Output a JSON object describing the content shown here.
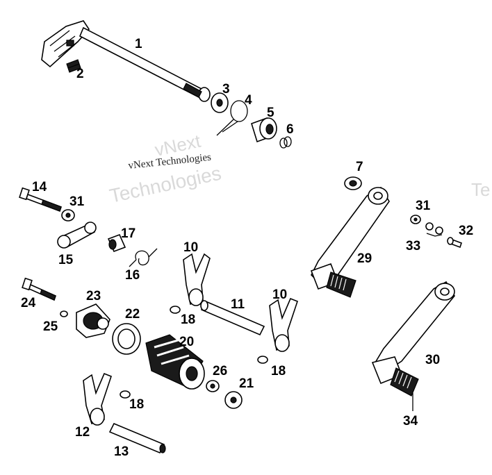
{
  "watermark": {
    "line1": "vNext",
    "line2": "Technologies",
    "caption": "vNext Technologies",
    "edge": "Te"
  },
  "labels": [
    "1",
    "2",
    "3",
    "4",
    "5",
    "6",
    "7",
    "10",
    "10",
    "11",
    "12",
    "13",
    "14",
    "15",
    "16",
    "17",
    "18",
    "18",
    "18",
    "20",
    "21",
    "22",
    "23",
    "24",
    "25",
    "26",
    "29",
    "30",
    "31",
    "31",
    "32",
    "33",
    "34"
  ]
}
